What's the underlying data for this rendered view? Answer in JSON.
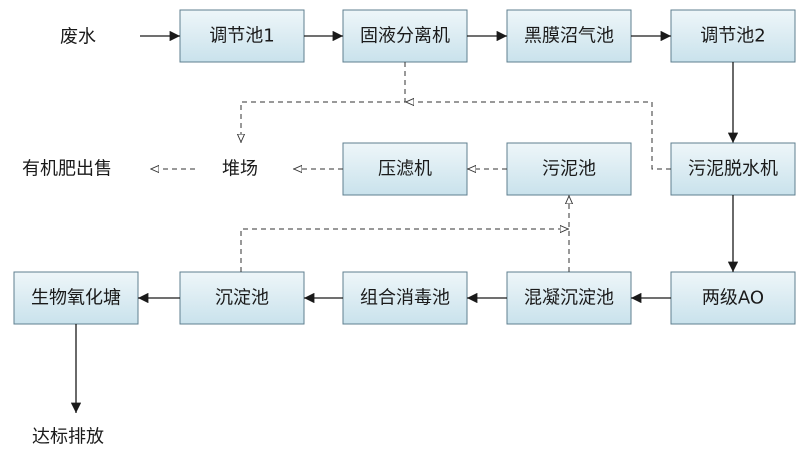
{
  "nodes": {
    "wastewater": "废水",
    "tank1": "调节池1",
    "separator": "固液分离机",
    "biogas": "黑膜沼气池",
    "tank2": "调节池2",
    "fertilizer": "有机肥出售",
    "yard": "堆场",
    "filterpress": "压滤机",
    "sludgetank": "污泥池",
    "dewater": "污泥脱水机",
    "pond": "生物氧化塘",
    "sediment": "沉淀池",
    "disinfect": "组合消毒池",
    "coag": "混凝沉淀池",
    "ao": "两级AO",
    "discharge": "达标排放"
  }
}
